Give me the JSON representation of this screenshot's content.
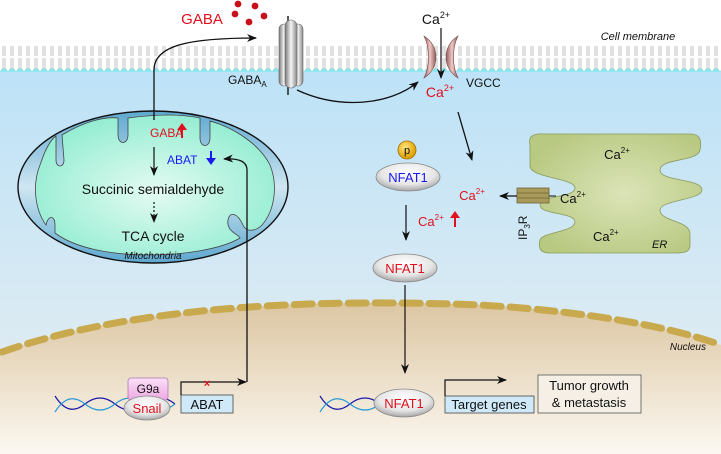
{
  "title": "GABA / ABAT / Ca2+ / NFAT1 signaling pathway",
  "colors": {
    "red": "#e0101e",
    "blue": "#1a1aee",
    "black": "#111111",
    "extracellular": "#ffffff",
    "cytoplasm_top": "#bfe3f7",
    "cytoplasm_bottom": "#e8eff2",
    "nucleus_top": "#dfc9a6",
    "nucleus_bottom": "#fbf6ee",
    "nuclear_envelope": "#c8a94e",
    "membrane_head": "#8ee7ee",
    "mito_outer": "#6fb3d5",
    "mito_matrix": "#a6f0d6",
    "er_fill": "#c3d18f",
    "gaba_dot": "#c8101a",
    "phospho": "#f2b300",
    "gene_box": "#cfe9f8",
    "g9a_box": "#f5c3ee"
  },
  "extracellular": {
    "gaba_label": "GABA",
    "ca_label": "Ca",
    "ca_charge": "2+",
    "cell_membrane_label": "Cell membrane"
  },
  "receptors": {
    "gaba_a_label": "GABA",
    "gaba_a_sub": "A",
    "vgcc_label": "VGCC",
    "ca_in_label": "Ca",
    "ca_in_charge": "2+"
  },
  "mitochondria": {
    "label": "Mitochondria",
    "gaba": "GABA",
    "gaba_arrow": "up",
    "abat": "ABAT",
    "abat_arrow": "down",
    "intermediate": "Succinic semialdehyde",
    "product": "TCA cycle"
  },
  "cytoplasm": {
    "phospho_label": "p",
    "nfat1_phospho": "NFAT1",
    "ca_up_label": "Ca",
    "ca_up_charge": "2+",
    "ca_up_arrow": "up",
    "nfat1_active": "NFAT1",
    "ca_release_label": "Ca",
    "ca_release_charge": "2+"
  },
  "er": {
    "label": "ER",
    "receptor_label": "IP",
    "receptor_sub": "3",
    "receptor_suffix": "R",
    "ca_top": "Ca",
    "ca_mid": "Ca",
    "ca_bottom": "Ca",
    "charge": "2+"
  },
  "nucleus": {
    "label": "Nucleus",
    "g9a": "G9a",
    "snail": "Snail",
    "abat_gene": "ABAT",
    "inhibit_mark": "×",
    "nfat1": "NFAT1",
    "target_genes": "Target genes",
    "outcome_line1": "Tumor growth",
    "outcome_line2": "& metastasis"
  }
}
